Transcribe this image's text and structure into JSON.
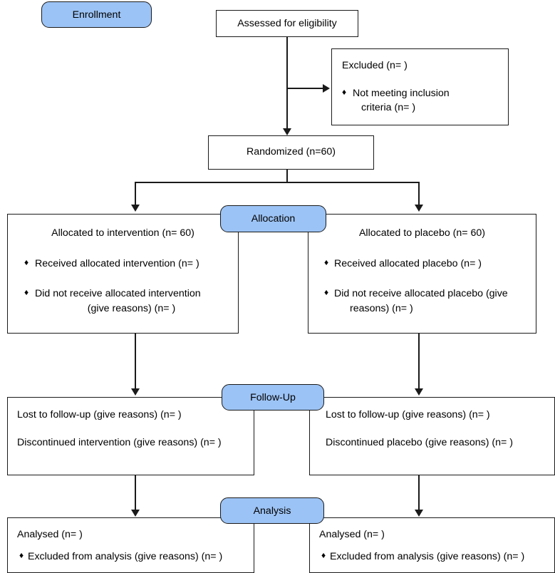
{
  "diagram": {
    "title": "CONSORT participant flow diagram",
    "accent_color": "#9CC3F5",
    "line_color": "#1a1a1a",
    "background": "#ffffff"
  },
  "stages": {
    "enrollment": "Enrollment",
    "allocation": "Allocation",
    "followup": "Follow-Up",
    "analysis": "Analysis"
  },
  "enrollment": {
    "assessed": "Assessed for eligibility",
    "excluded_title": "Excluded (n=  )",
    "excluded_reason_line1": "Not meeting inclusion",
    "excluded_reason_line2": "criteria (n=  )",
    "randomized": "Randomized (n=60)"
  },
  "allocation": {
    "left": {
      "heading": "Allocated to intervention (n= 60)",
      "bullet1": "Received allocated intervention (n=  )",
      "bullet2_line1": "Did not receive allocated intervention",
      "bullet2_line2": "(give reasons) (n=  )"
    },
    "right": {
      "heading": "Allocated to placebo (n= 60)",
      "bullet1": "Received allocated placebo (n=  )",
      "bullet2_line1": "Did not receive allocated placebo (give",
      "bullet2_line2": "reasons) (n=  )"
    }
  },
  "followup": {
    "left": {
      "line1": "Lost to follow-up (give reasons) (n=  )",
      "line2": "Discontinued intervention (give reasons) (n=  )"
    },
    "right": {
      "line1": "Lost to follow-up (give reasons) (n=  )",
      "line2": "Discontinued placebo (give reasons) (n=  )"
    }
  },
  "analysis": {
    "left": {
      "line1": "Analysed (n=  )",
      "bullet1": "Excluded from analysis (give reasons) (n=  )"
    },
    "right": {
      "line1": "Analysed (n=  )",
      "bullet1": "Excluded from analysis (give reasons) (n=  )"
    }
  },
  "glyphs": {
    "bullet_diamond": "♦"
  }
}
